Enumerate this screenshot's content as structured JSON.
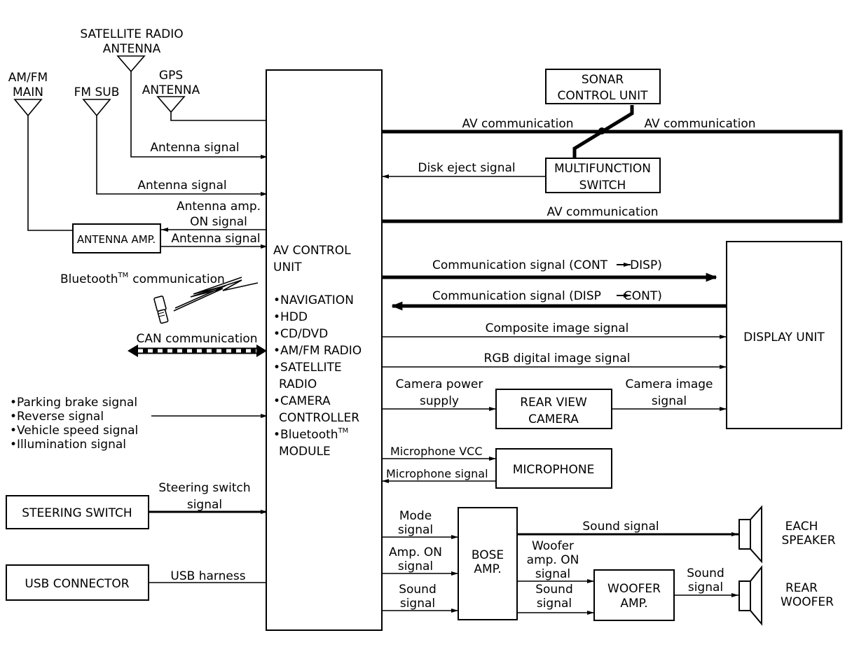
{
  "antennas": {
    "satellite": [
      "SATELLITE RADIO",
      "ANTENNA"
    ],
    "am_fm_main": [
      "AM/FM",
      "MAIN"
    ],
    "fm_sub": "FM SUB",
    "gps": [
      "GPS",
      "ANTENNA"
    ]
  },
  "boxes": {
    "sonar": [
      "SONAR",
      "CONTROL UNIT"
    ],
    "multifunction": [
      "MULTIFUNCTION",
      "SWITCH"
    ],
    "antenna_amp": "ANTENNA AMP.",
    "av_control": [
      "AV CONTROL",
      "UNIT"
    ],
    "display_unit": "DISPLAY UNIT",
    "rear_view_camera": [
      "REAR VIEW",
      "CAMERA"
    ],
    "microphone": "MICROPHONE",
    "steering_switch": "STEERING SWITCH",
    "usb_connector": "USB CONNECTOR",
    "bose_amp": [
      "BOSE",
      "AMP."
    ],
    "woofer_amp": [
      "WOOFER",
      "AMP."
    ]
  },
  "av_features": [
    "•NAVIGATION",
    "•HDD",
    "•CD/DVD",
    "•AM/FM RADIO",
    "•SATELLITE",
    "RADIO",
    "•CAMERA",
    "CONTROLLER",
    "•Bluetooth",
    "MODULE"
  ],
  "tm": "TM",
  "speakers": {
    "each": [
      "EACH",
      "SPEAKER"
    ],
    "rear": [
      "REAR",
      "WOOFER"
    ]
  },
  "signals": {
    "av_comm_1": "AV communication",
    "av_comm_2": "AV communication",
    "av_comm_3": "AV communication",
    "antenna_sig_1": "Antenna signal",
    "antenna_sig_2": "Antenna signal",
    "antenna_sig_3": "Antenna signal",
    "antenna_amp_on": [
      "Antenna amp.",
      "ON signal"
    ],
    "disk_eject": "Disk eject signal",
    "bluetooth": "Bluetooth",
    "bluetooth_comm": "communication",
    "can": "CAN communication",
    "comm_cont_disp": "Communication signal (CONT",
    "comm_cont_disp_end": "DISP)",
    "comm_disp_cont": "Communication signal (DISP",
    "comm_disp_cont_end": "CONT)",
    "composite": "Composite image signal",
    "rgb": "RGB digital image signal",
    "camera_power": [
      "Camera power",
      "supply"
    ],
    "camera_image": [
      "Camera image",
      "signal"
    ],
    "vehicle_signals": [
      "•Parking brake signal",
      "•Reverse signal",
      "•Vehicle speed signal",
      "•Illumination signal"
    ],
    "mic_vcc": "Microphone VCC",
    "mic_signal": "Microphone signal",
    "steering_signal": [
      "Steering switch",
      "signal"
    ],
    "usb_harness": "USB harness",
    "mode_signal": [
      "Mode",
      "signal"
    ],
    "amp_on_signal": [
      "Amp. ON",
      "signal"
    ],
    "sound_signal_1": [
      "Sound",
      "signal"
    ],
    "sound_signal_top": "Sound signal",
    "woofer_amp_on": [
      "Woofer",
      "amp. ON",
      "signal"
    ],
    "sound_signal_2": [
      "Sound",
      "signal"
    ],
    "sound_signal_3": [
      "Sound",
      "signal"
    ]
  }
}
